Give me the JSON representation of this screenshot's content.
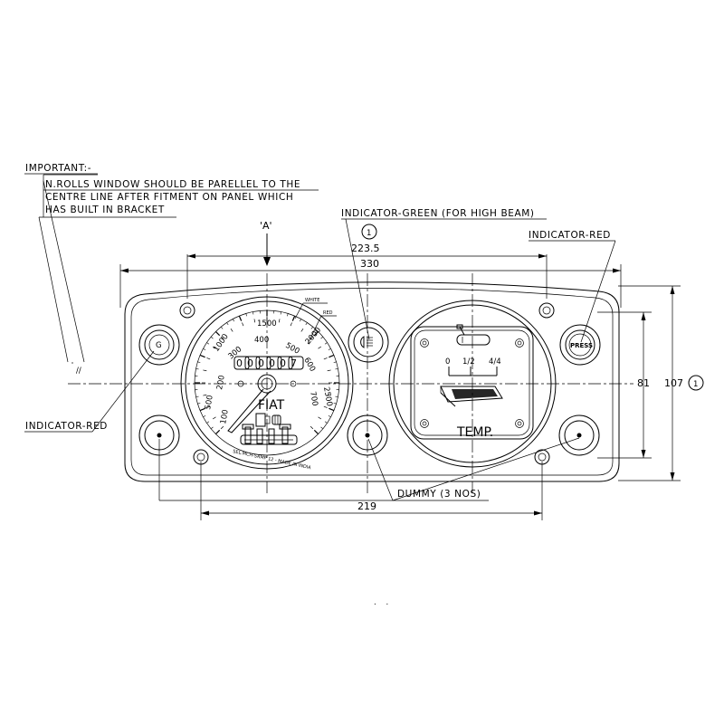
{
  "notes": {
    "important_heading": "IMPORTANT:-",
    "important_lines": [
      "N.ROLLS WINDOW SHOULD BE PARELLEL TO THE",
      "CENTRE LINE AFTER FITMENT ON PANEL WHICH",
      "HAS BUILT IN BRACKET"
    ]
  },
  "callouts": {
    "view_a": "'A'",
    "indicator_green": "INDICATOR-GREEN (FOR HIGH BEAM)",
    "indicator_red_right": "INDICATOR-RED",
    "indicator_red_left": "INDICATOR-RED",
    "dummy": "DUMMY (3 NOS)",
    "balloon_1": "1",
    "white": "WHITE",
    "red": "RED"
  },
  "dimensions": {
    "d223": "223.5",
    "d330": "330",
    "d81": "81",
    "d107": "107",
    "d219": "219",
    "break_mark": "//"
  },
  "speedometer": {
    "outer_scale": [
      "500",
      "1000",
      "1500",
      "2000",
      "2500"
    ],
    "inner_scale": [
      "100",
      "200",
      "300",
      "400",
      "500",
      "600",
      "700"
    ],
    "odometer": [
      "0",
      "0",
      "0",
      "0",
      "0",
      "7"
    ],
    "brand": "FIAT",
    "maker_text": "SEL.MCH-SAMP 12 - MADE IN INDIA"
  },
  "temp_gauge": {
    "marks": [
      "0",
      "1/2",
      "4/4"
    ],
    "label": "TEMP."
  },
  "lamps": {
    "g": "G",
    "press": "PRESS"
  }
}
